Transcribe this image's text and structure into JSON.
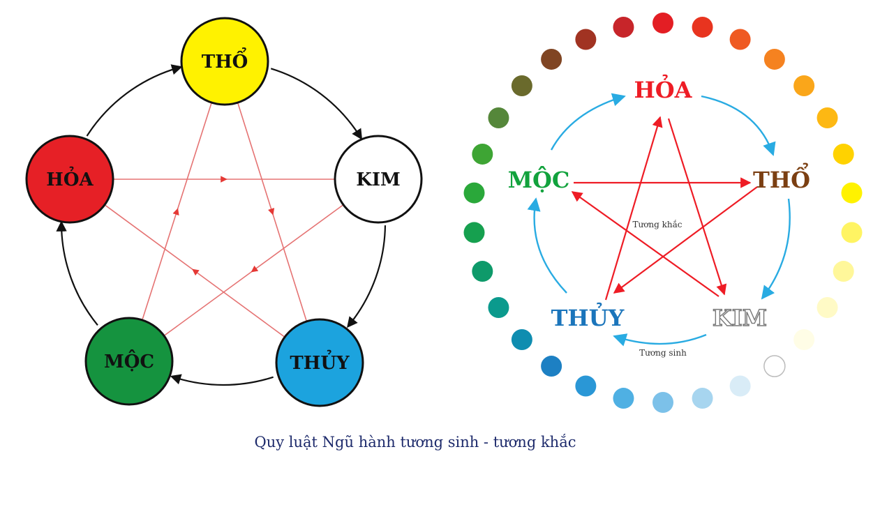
{
  "caption": "Quy luật Ngũ hành tương sinh - tương khắc",
  "left_diagram": {
    "elements": [
      {
        "key": "tho",
        "label": "THỔ",
        "fill": "#fff200",
        "text": "#111111"
      },
      {
        "key": "kim",
        "label": "KIM",
        "fill": "#ffffff",
        "text": "#111111"
      },
      {
        "key": "thuy",
        "label": "THỦY",
        "fill": "#1ca3de",
        "text": "#111111"
      },
      {
        "key": "moc",
        "label": "MỘC",
        "fill": "#15933f",
        "text": "#111111"
      },
      {
        "key": "hoa",
        "label": "HỎA",
        "fill": "#e62026",
        "text": "#111111"
      }
    ],
    "generating_cycle": [
      [
        "hoa",
        "tho"
      ],
      [
        "tho",
        "kim"
      ],
      [
        "kim",
        "thuy"
      ],
      [
        "thuy",
        "moc"
      ],
      [
        "moc",
        "hoa"
      ]
    ],
    "controlling_cycle": [
      [
        "hoa",
        "kim"
      ],
      [
        "kim",
        "moc"
      ],
      [
        "moc",
        "tho"
      ],
      [
        "tho",
        "thuy"
      ],
      [
        "thuy",
        "hoa"
      ]
    ]
  },
  "right_diagram": {
    "elements": [
      {
        "key": "hoa",
        "label": "HỎA",
        "color": "#ee1c25"
      },
      {
        "key": "tho",
        "label": "THỔ",
        "color": "#7b3f12"
      },
      {
        "key": "kim",
        "label": "KIM",
        "color": "#ffffff"
      },
      {
        "key": "thuy",
        "label": "THỦY",
        "color": "#1b75bb"
      },
      {
        "key": "moc",
        "label": "MỘC",
        "color": "#12a23d"
      }
    ],
    "inner_label": "Tương khắc",
    "outer_label": "Tương sinh",
    "generating_color": "#29abe2",
    "controlling_color": "#ee1c25",
    "dot_colors": [
      "#e31e24",
      "#e8341f",
      "#ef5a22",
      "#f58220",
      "#faa61a",
      "#fdb813",
      "#ffd200",
      "#fff200",
      "#fff463",
      "#fff79a",
      "#fffac6",
      "#fffde6",
      "#ffffff",
      "#d9ecf7",
      "#a7d5ef",
      "#7cc1e9",
      "#4fb0e3",
      "#2a97d6",
      "#1d80c3",
      "#0f8db0",
      "#0b9a8d",
      "#0e9a6a",
      "#16a04f",
      "#2aa83a",
      "#3ea534",
      "#55873a",
      "#6a6a2c",
      "#804523",
      "#a13322",
      "#c7252a"
    ]
  }
}
